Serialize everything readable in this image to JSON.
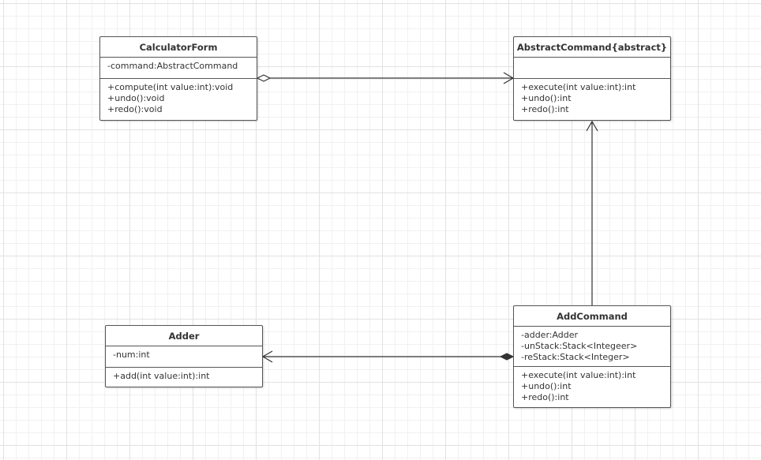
{
  "classes": {
    "calculator_form": {
      "title": "CalculatorForm",
      "attributes": [
        "-command:AbstractCommand"
      ],
      "methods": [
        "+compute(int value:int):void",
        "+undo():void",
        "+redo():void"
      ]
    },
    "abstract_command": {
      "title": "AbstractCommand{abstract}",
      "attributes": [],
      "methods": [
        "+execute(int value:int):int",
        "+undo():int",
        "+redo():int"
      ]
    },
    "adder": {
      "title": "Adder",
      "attributes": [
        "-num:int"
      ],
      "methods": [
        "+add(int value:int):int"
      ]
    },
    "add_command": {
      "title": "AddCommand",
      "attributes": [
        "-adder:Adder",
        "-unStack:Stack<Integeer>",
        "-reStack:Stack<Integer>"
      ],
      "methods": [
        "+execute(int value:int):int",
        "+undo():int",
        "+redo():int"
      ]
    }
  },
  "relations": [
    {
      "from": "CalculatorForm",
      "to": "AbstractCommand",
      "kind": "aggregation"
    },
    {
      "from": "AddCommand",
      "to": "AbstractCommand",
      "kind": "generalization"
    },
    {
      "from": "AddCommand",
      "to": "Adder",
      "kind": "composition"
    }
  ],
  "colors": {
    "line": "#333333",
    "border": "#555555",
    "grid": "#e2e2e2"
  }
}
